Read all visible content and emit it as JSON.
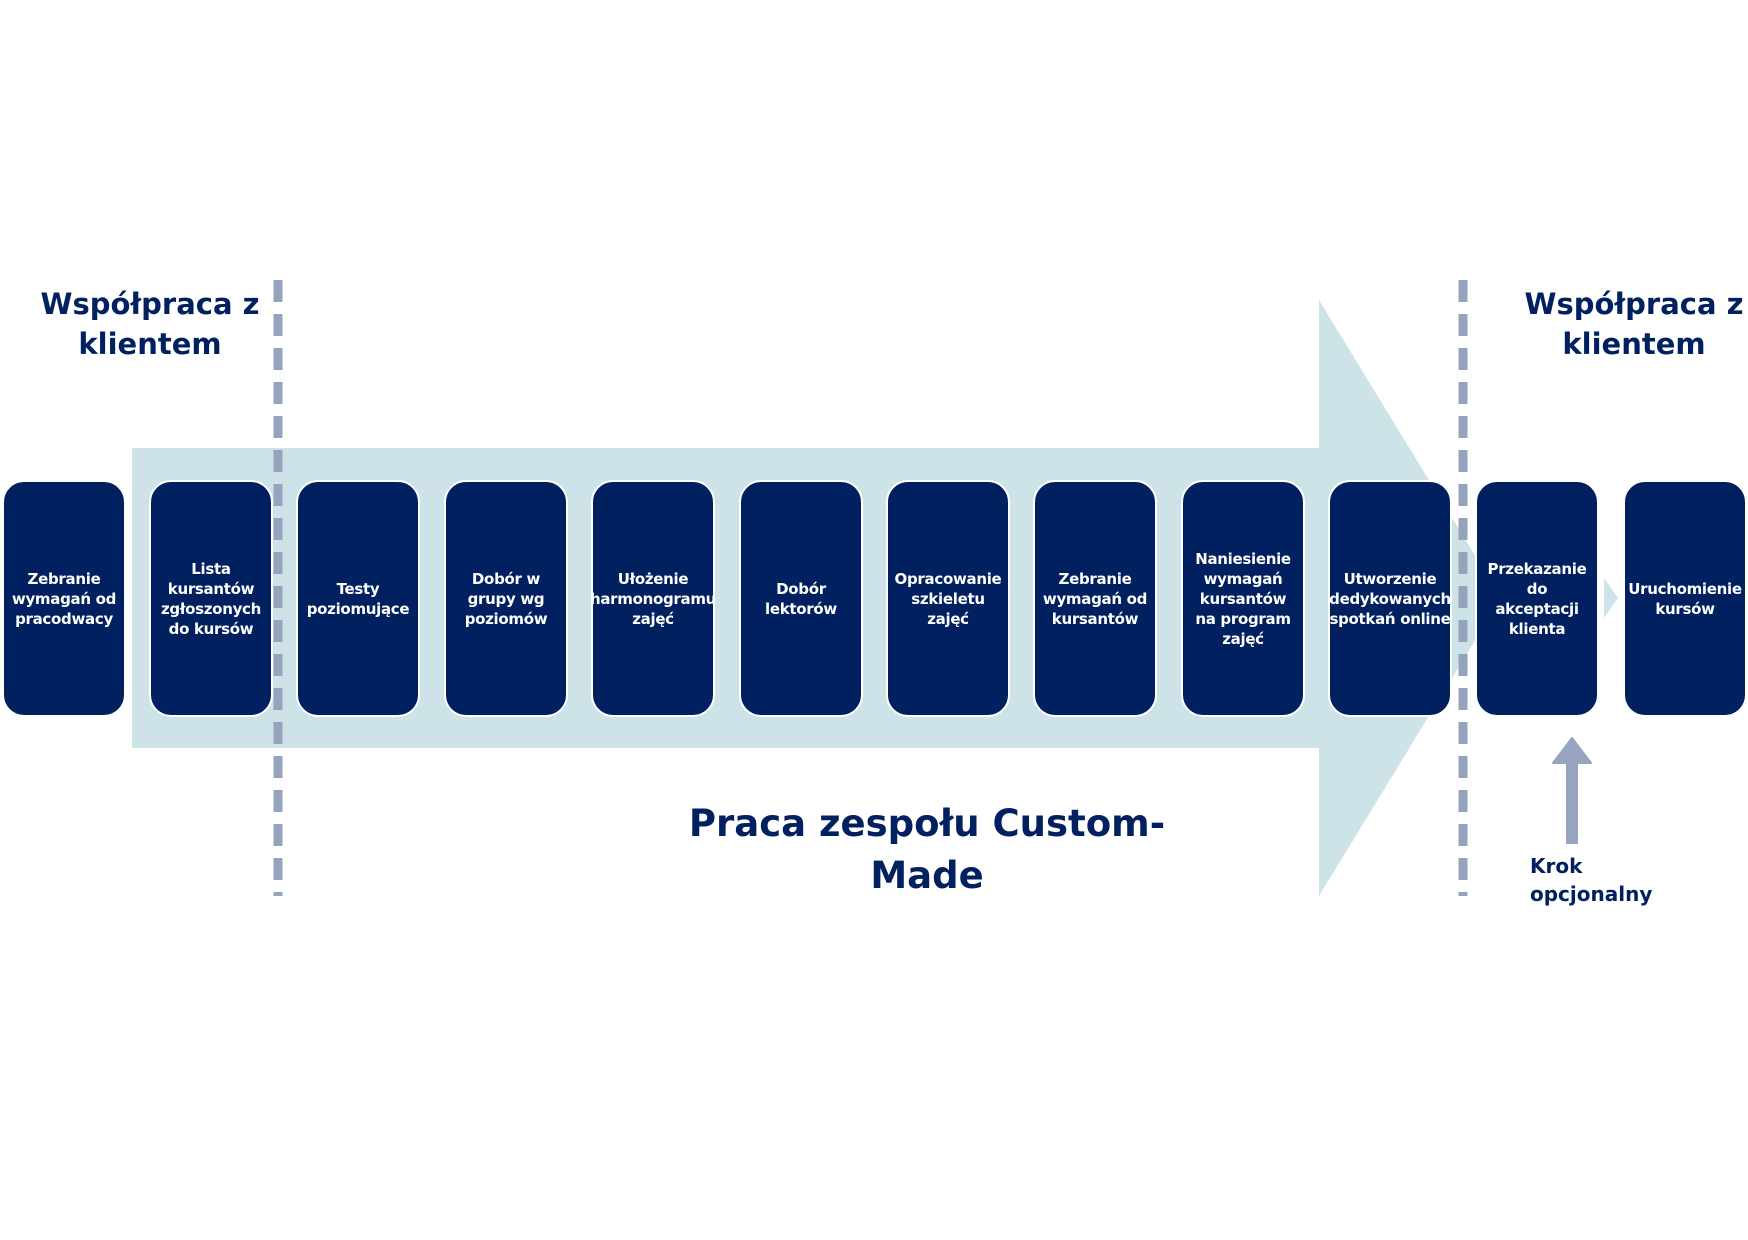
{
  "sections": {
    "left_client": "Współpraca z klientem",
    "right_client": "Współpraca z klientem",
    "team": "Praca zespołu Custom-Made"
  },
  "steps": [
    "Zebranie wymagań od pracodwacy",
    "Lista kursantów zgłoszonych do kursów",
    "Testy poziomujące",
    "Dobór w grupy wg poziomów",
    "Ułożenie harmonogramu zajęć",
    "Dobór lektorów",
    "Opracowanie szkieletu zajęć",
    "Zebranie wymagań od kursantów",
    "Naniesienie wymagań kursantów na program zajęć",
    "Utworzenie dedykowanych spotkań online",
    "Przekazanie do akceptacji klienta",
    "Uruchomienie kursów"
  ],
  "optional_note": "Krok opcjonalny",
  "colors": {
    "navy": "#002060",
    "band": "#cde3e8",
    "divider": "#96a3bd"
  }
}
